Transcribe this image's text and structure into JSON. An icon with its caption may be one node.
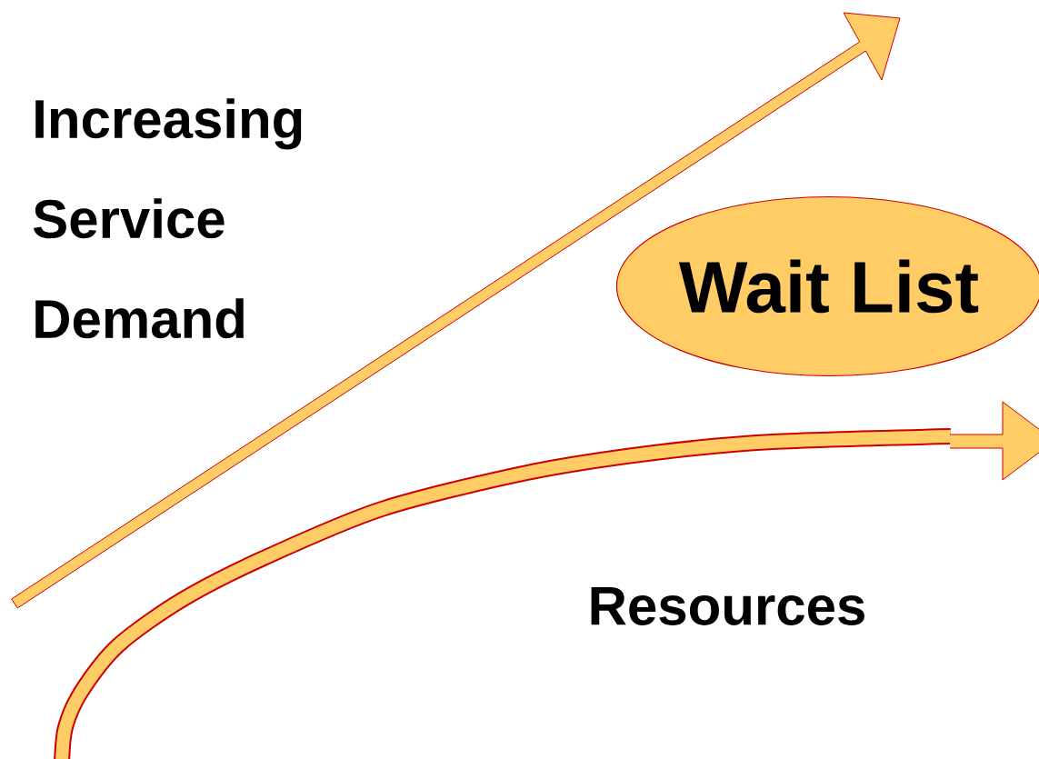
{
  "diagram": {
    "nodes": [
      {
        "text": [
          "Wait List"
        ]
      }
    ],
    "labels": [
      "Increasing Service Demand",
      "Resources"
    ]
  }
}
